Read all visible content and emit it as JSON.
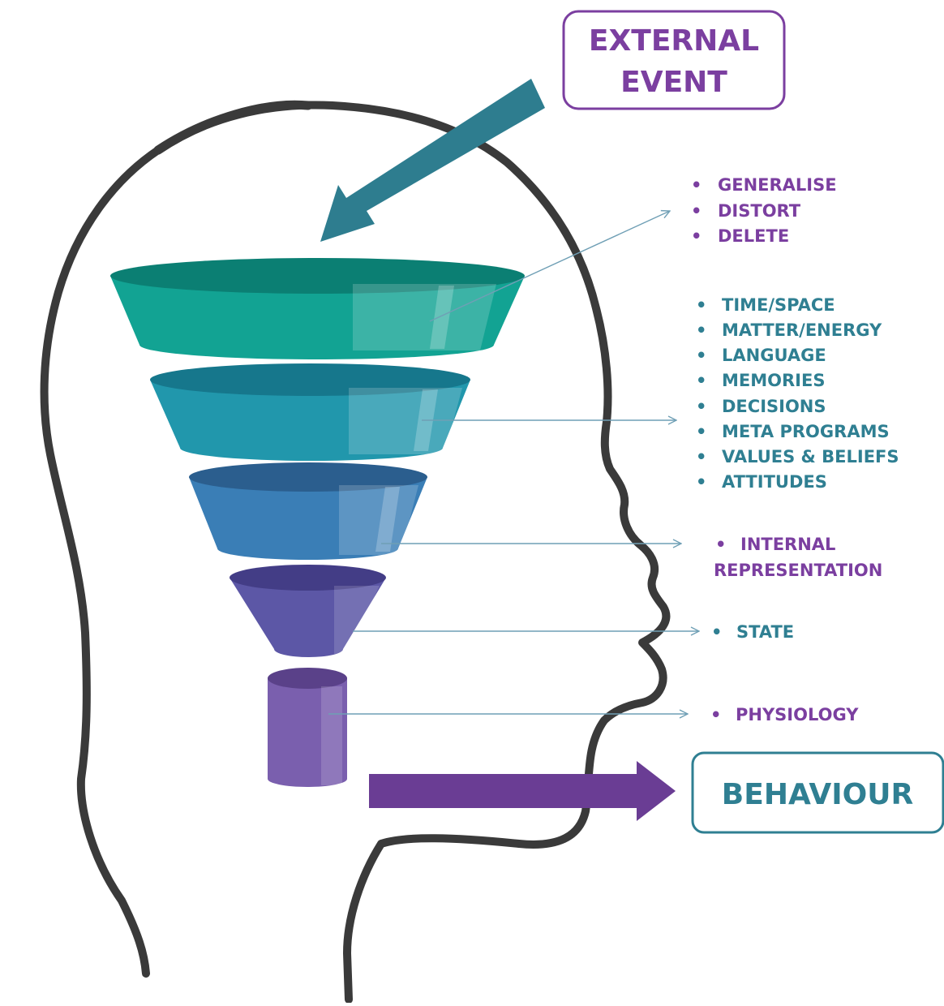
{
  "external_event": {
    "line1": "EXTERNAL",
    "line2": "EVENT"
  },
  "behaviour": {
    "label": "BEHAVIOUR"
  },
  "bullet": "•",
  "filters_group": {
    "items": [
      "GENERALISE",
      "DISTORT",
      "DELETE"
    ]
  },
  "meta_group": {
    "items": [
      "TIME/SPACE",
      "MATTER/ENERGY",
      "LANGUAGE",
      "MEMORIES",
      "DECISIONS",
      "META PROGRAMS",
      "VALUES & BELIEFS",
      "ATTITUDES"
    ]
  },
  "internal_rep": {
    "line1": "INTERNAL",
    "line2": "REPRESENTATION"
  },
  "state": {
    "label": "STATE"
  },
  "physiology": {
    "label": "PHYSIOLOGY"
  },
  "colors": {
    "purple": "#7b3fa0",
    "teal": "#2f7f92",
    "head_outline": "#3a3a3a",
    "arrow_in": "#2e7d8f",
    "arrow_out": "#6a3d94",
    "funnel_1": "#1aa59a",
    "funnel_2": "#2396ad",
    "funnel_3": "#3a7fb4",
    "funnel_4": "#5c57a6",
    "funnel_5": "#7a5fae"
  }
}
